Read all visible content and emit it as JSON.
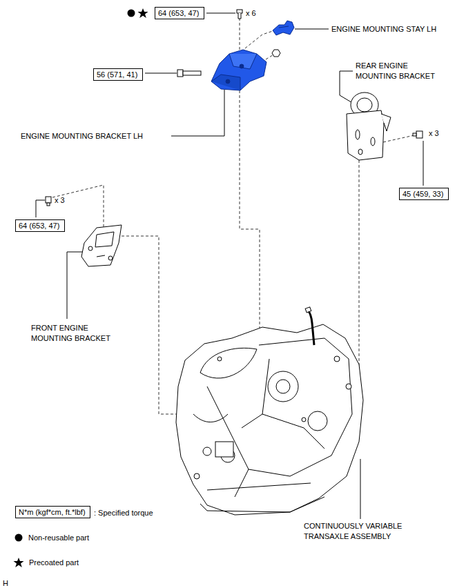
{
  "diagram": {
    "nodes": [
      {
        "text": [
          "64 (653, 47)"
        ]
      },
      {
        "text": [
          "56 (571, 41)"
        ]
      },
      {
        "text": [
          "45 (459, 33)"
        ]
      },
      {
        "text": [
          "64 (653, 47)"
        ]
      },
      {
        "text": [
          "N*m (kgf*cm, ft.*lbf)"
        ]
      }
    ],
    "labels": [
      "x 6",
      "ENGINE MOUNTING STAY LH",
      "ENGINE MOUNTING BRACKET LH",
      "REAR ENGINE MOUNTING BRACKET",
      "x 3",
      "x 3",
      "FRONT ENGINE MOUNTING BRACKET",
      "CONTINUOUSLY VARIABLE TRANSAXLE ASSEMBLY",
      "H"
    ],
    "legend": [
      {
        "text": ": Specified torque"
      },
      {
        "text": "Non-reusable part"
      },
      {
        "text": "Precoated part"
      }
    ]
  }
}
